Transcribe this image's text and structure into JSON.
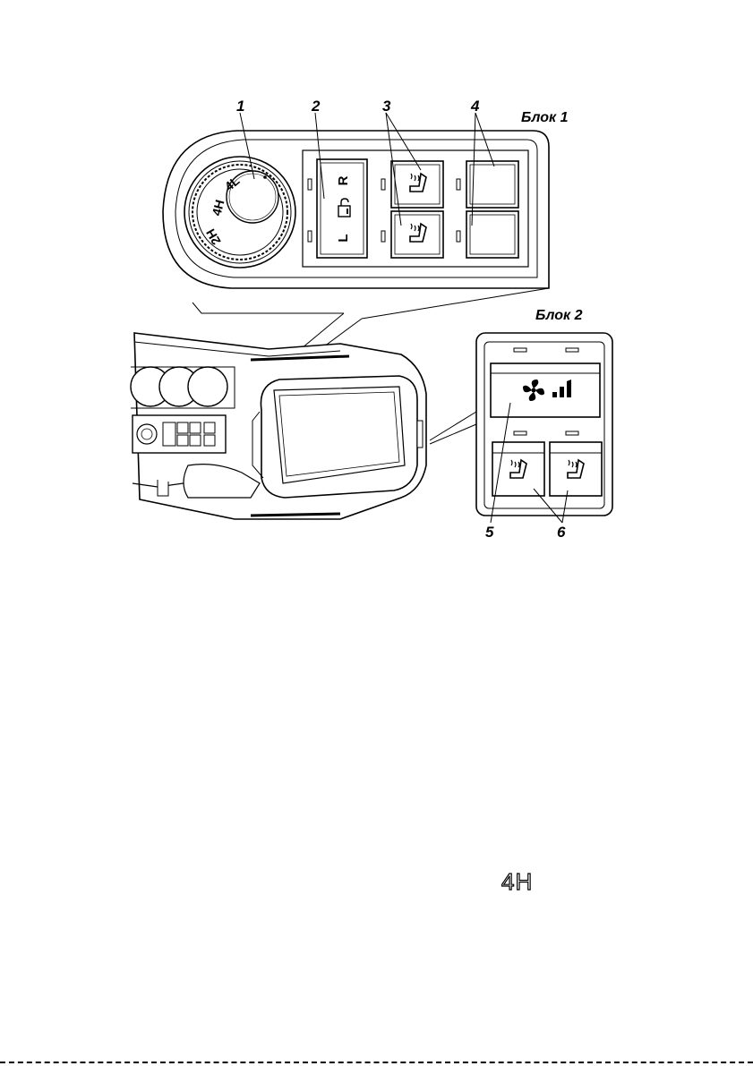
{
  "block_labels": {
    "block1": "Блок 1",
    "block2": "Блок 2"
  },
  "callouts": [
    "1",
    "2",
    "3",
    "4",
    "5",
    "6"
  ],
  "dial": {
    "positions": [
      "2H",
      "4H",
      "4L"
    ]
  },
  "lock_switch": {
    "left_label": "L",
    "right_label": "R"
  },
  "icons": {
    "lock": "door-lock-icon",
    "seat_heat": "seat-heater-icon",
    "fan": "fan-icon",
    "speed": "fan-speed-bars-icon"
  },
  "stray_label": "4H"
}
